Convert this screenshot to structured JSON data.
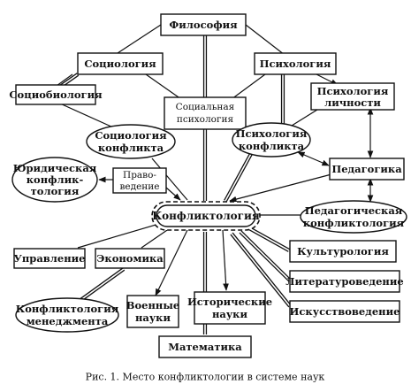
{
  "nodes": {
    "philosophy": "Философия",
    "sociology": "Социология",
    "psychology": "Психология",
    "sociobiology": "Социобиология",
    "social_psychology": [
      "Социальная",
      "психология"
    ],
    "personality_psychology": [
      "Психология",
      "личности"
    ],
    "conflict_sociology": [
      "Социология",
      "конфликта"
    ],
    "conflict_psychology": [
      "Психология",
      "конфликта"
    ],
    "legal_conflictology": [
      "Юридическая",
      "конфлик-",
      "тология"
    ],
    "law": [
      "Право-",
      "ведение"
    ],
    "pedagogy": "Педагогика",
    "conflictology": "Конфликтология",
    "pedagogical_conflictology": [
      "Педагогическая",
      "конфликтология"
    ],
    "management": "Управление",
    "economics": "Экономика",
    "culturology": "Культурология",
    "literature_studies": "Литературоведение",
    "art_studies": "Искусствоведение",
    "management_conflictology": [
      "Конфликтология",
      "менеджмента"
    ],
    "military_sciences": [
      "Военные",
      "науки"
    ],
    "historical_sciences": [
      "Исторические",
      "науки"
    ],
    "mathematics": "Математика"
  },
  "caption": "Рис. 1. Место конфликтологии в системе наук"
}
